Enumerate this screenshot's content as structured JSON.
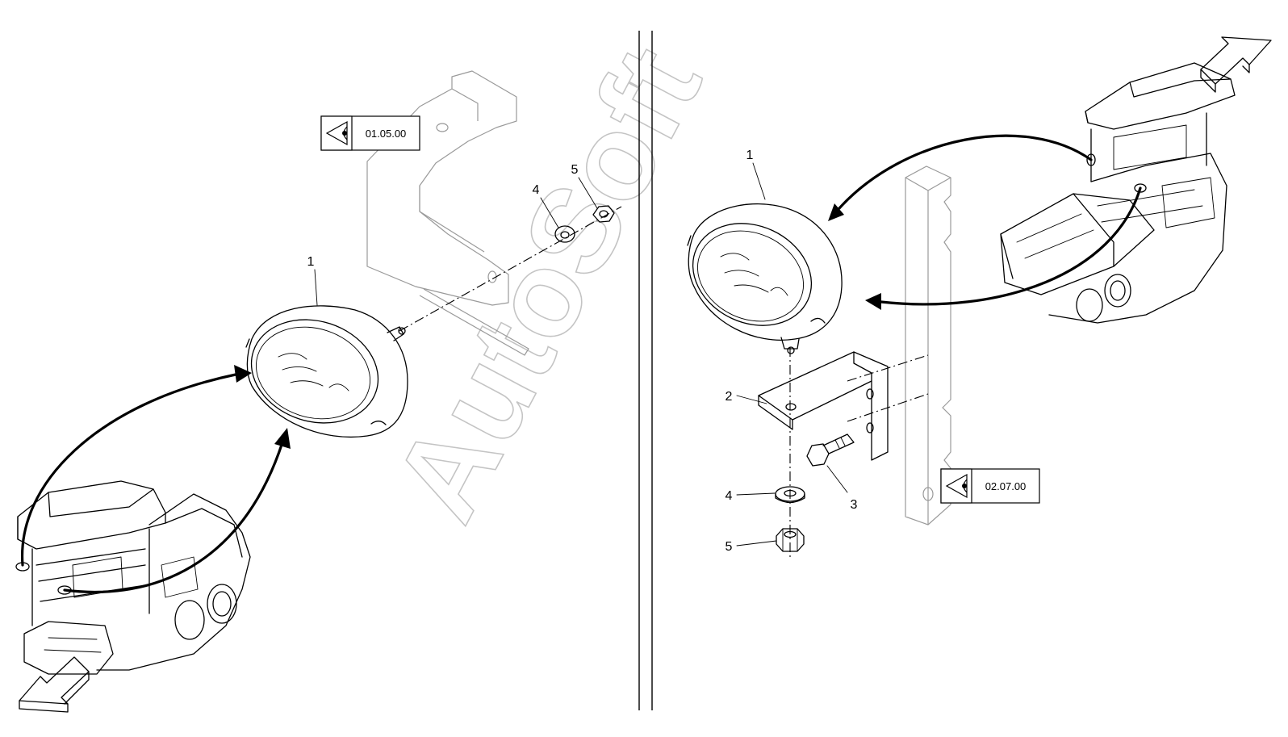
{
  "watermark": "AutoSoft",
  "left_view": {
    "reference_box": "01.05.00",
    "callouts": {
      "lamp": "1",
      "washer": "4",
      "nut": "5"
    }
  },
  "right_view": {
    "reference_box": "02.07.00",
    "callouts": {
      "lamp": "1",
      "bracket": "2",
      "bolt": "3",
      "washer": "4",
      "nut": "5"
    }
  },
  "icons": [
    "view-reference-eye-icon",
    "direction-arrow-icon"
  ]
}
